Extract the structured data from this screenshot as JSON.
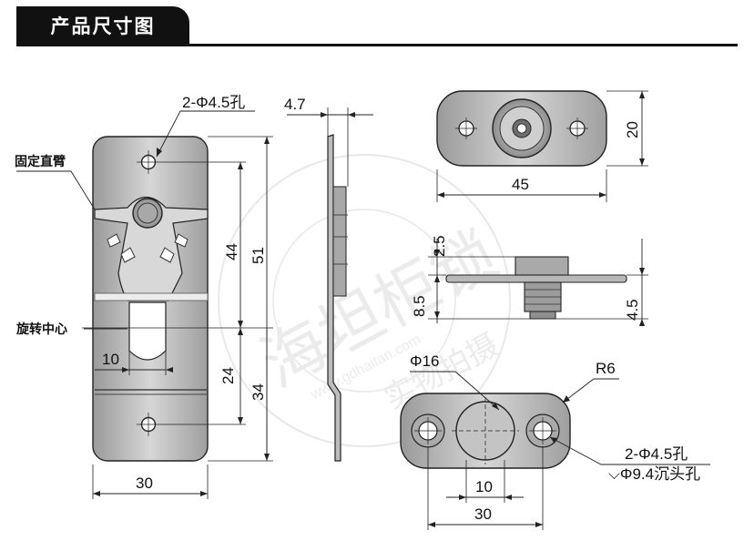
{
  "header": {
    "title": "产品尺寸图"
  },
  "callouts": {
    "fixed_arm": "固定直臂",
    "rotation_center": "旋转中心",
    "top_holes": "2-Φ4.5孔",
    "bottom_holes_line1": "2-Φ4.5孔",
    "bottom_holes_line2": "⌵Φ9.4沉头孔"
  },
  "dimensions": {
    "front_width": "30",
    "front_height_total": "51",
    "front_height_upper": "44",
    "front_lower_total": "34",
    "front_lower_upper": "24",
    "front_slot_offset": "10",
    "side_thickness": "4.7",
    "top_width": "45",
    "top_height": "20",
    "profile_step": "2.5",
    "profile_left": "8.5",
    "profile_right": "4.5",
    "bottom_circle": "Φ16",
    "bottom_radius": "R6",
    "bottom_offset": "10",
    "bottom_width": "30"
  },
  "watermark": {
    "brand": "海坦柜锁",
    "domain": "www.gdhaitan.com",
    "note": "实物拍摄"
  },
  "colors": {
    "metal_fill": "#bfbfbf",
    "metal_dark": "#6e6e6e",
    "line": "#111111",
    "header_bg": "#111111"
  }
}
